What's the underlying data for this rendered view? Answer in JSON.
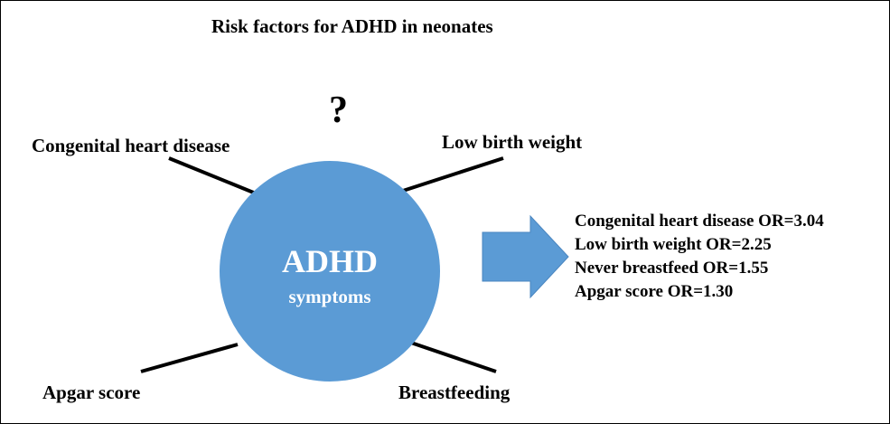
{
  "title": "Risk factors for ADHD in neonates",
  "unknown_mark": "?",
  "center": {
    "title": "ADHD",
    "subtitle": "symptoms",
    "fill": "#5b9bd5"
  },
  "factors": [
    "Congenital heart disease",
    "Low birth weight",
    "Apgar score",
    "Breastfeeding"
  ],
  "odds_ratios": [
    "Congenital heart disease OR=3.04",
    "Low birth weight OR=2.25",
    "Never breastfeed OR=1.55",
    "Apgar score OR=1.30"
  ],
  "arrow_fill": "#5b9bd5"
}
